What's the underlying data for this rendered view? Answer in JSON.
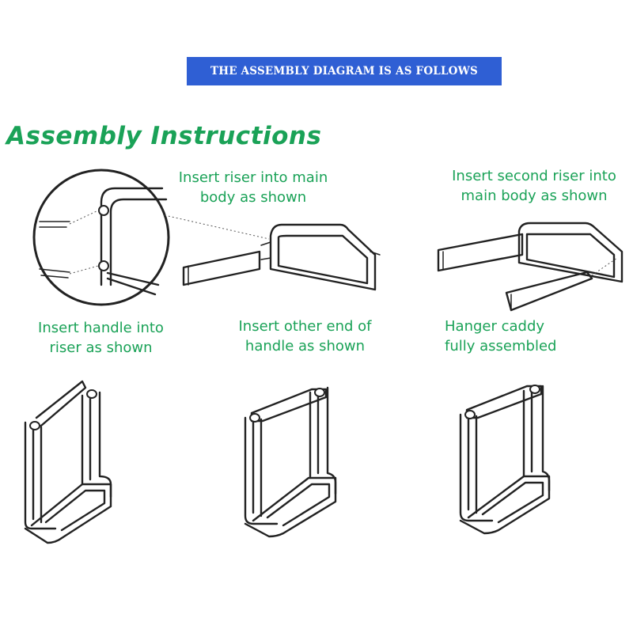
{
  "banner": {
    "text": "THE ASSEMBLY DIAGRAM IS AS FOLLOWS",
    "background_color": "#2f5fd4",
    "text_color": "#ffffff"
  },
  "title": {
    "text": "Assembly Instructions",
    "color": "#1aa257"
  },
  "steps": [
    {
      "lines": [
        "Insert riser into main",
        "body as shown"
      ]
    },
    {
      "lines": [
        "Insert second riser into",
        "main body as shown"
      ]
    },
    {
      "lines": [
        "Insert handle into",
        "riser as shown"
      ]
    },
    {
      "lines": [
        "Insert other end of",
        "handle as shown"
      ]
    },
    {
      "lines": [
        "Hanger caddy",
        "fully assembled"
      ]
    }
  ],
  "illustrations": [
    "detail-zoom-circle",
    "riser-insertion-drawing",
    "second-riser-insertion-drawing",
    "handle-insertion-drawing",
    "handle-other-end-drawing",
    "assembled-caddy-drawing"
  ]
}
